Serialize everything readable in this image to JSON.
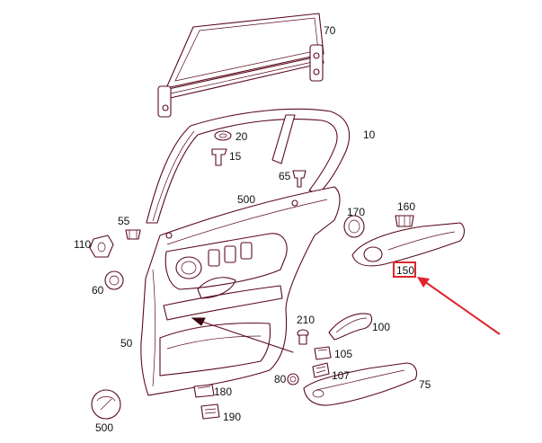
{
  "diagram": {
    "labels": {
      "p70": "70",
      "p20": "20",
      "p15": "15",
      "p10": "10",
      "p65": "65",
      "p500a": "500",
      "p170": "170",
      "p160": "160",
      "p55": "55",
      "p110": "110",
      "p150": "150",
      "p60": "60",
      "p210": "210",
      "p100": "100",
      "p50": "50",
      "p105": "105",
      "p80": "80",
      "p107": "107",
      "p75": "75",
      "p180": "180",
      "p500b": "500",
      "p190": "190"
    },
    "highlight": {
      "color": "#e0242c",
      "label_key": "p150"
    },
    "line_color": "#5a0a1e"
  }
}
